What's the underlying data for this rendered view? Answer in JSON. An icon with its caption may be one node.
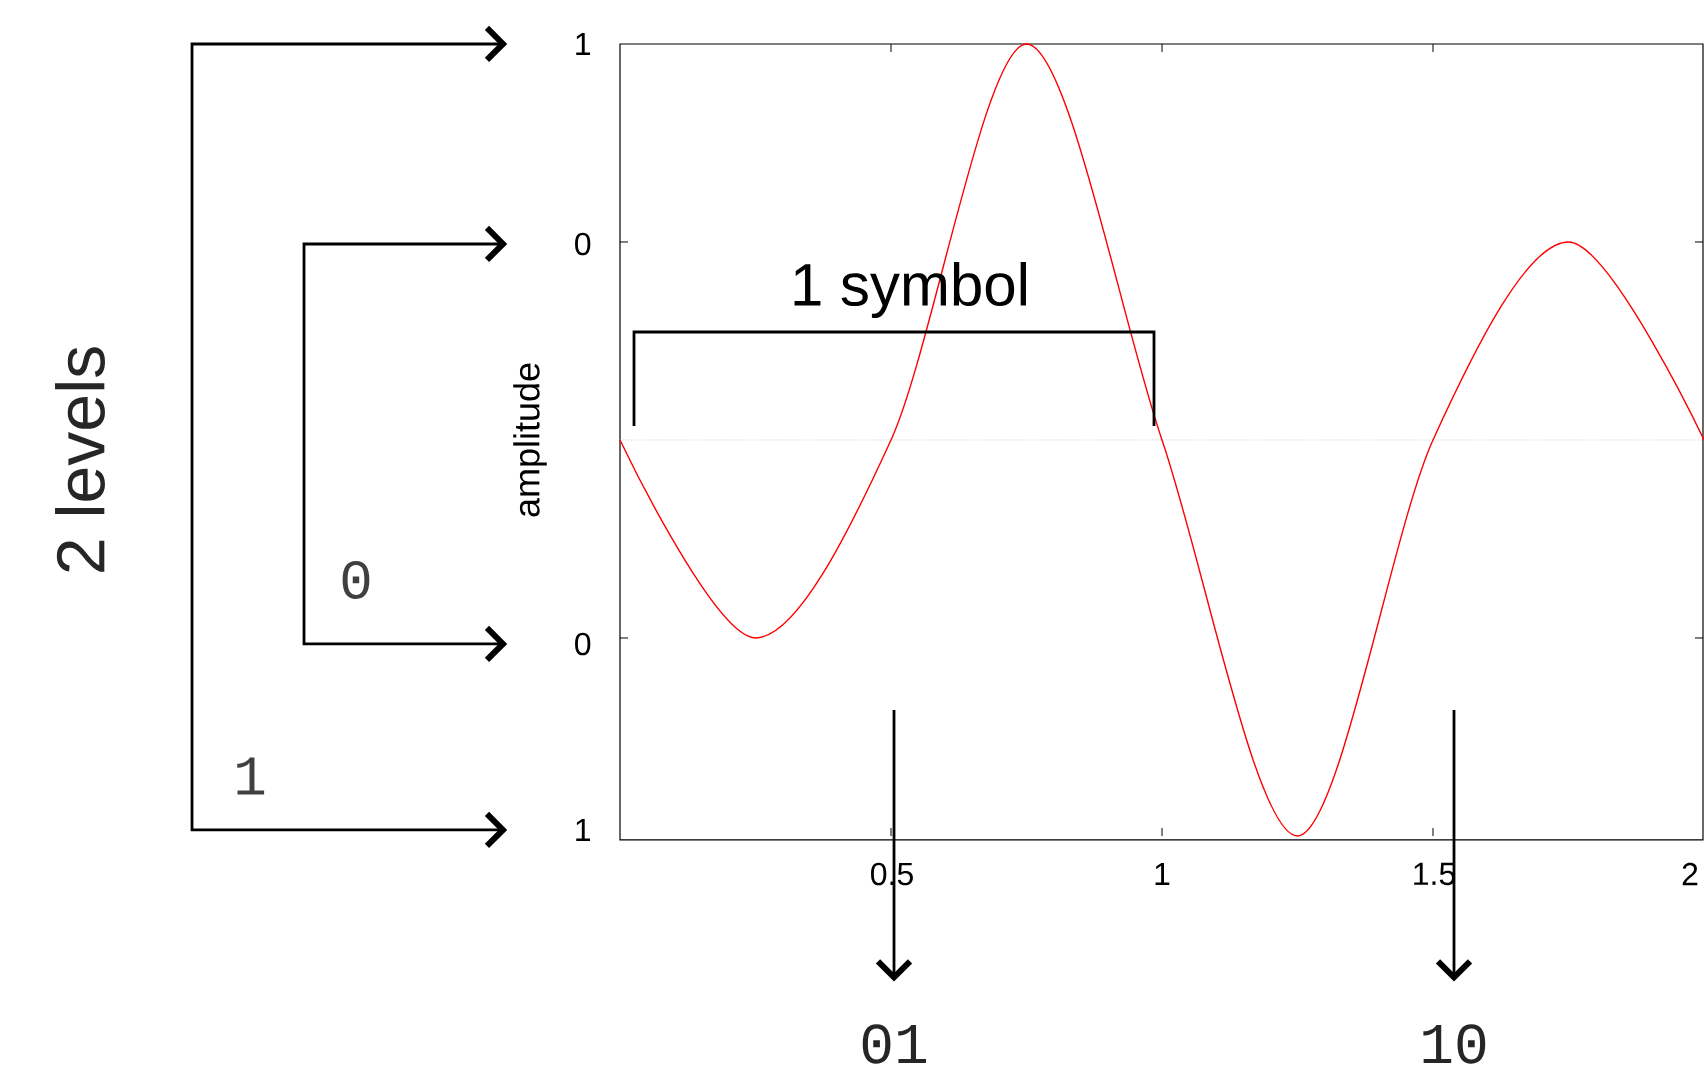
{
  "diagram": {
    "nodes": [
      {
        "text": [
          "1"
        ]
      },
      {
        "text": [
          "0"
        ]
      },
      {
        "text": [
          "0"
        ]
      },
      {
        "text": [
          "1"
        ]
      },
      {
        "text": [
          "01"
        ]
      },
      {
        "text": [
          "10"
        ]
      }
    ],
    "edges": [
      {
        "from": 0,
        "to": 3,
        "arrow": "both",
        "label": "1"
      },
      {
        "from": 1,
        "to": 2,
        "arrow": "both",
        "label": "0"
      },
      {
        "from": null,
        "to": 4,
        "arrow": "to"
      },
      {
        "from": null,
        "to": 5,
        "arrow": "to"
      }
    ],
    "labels": [
      "2 levels",
      "1 symbol",
      "amplitude",
      "0.5",
      "1",
      "1.5",
      "2"
    ]
  }
}
